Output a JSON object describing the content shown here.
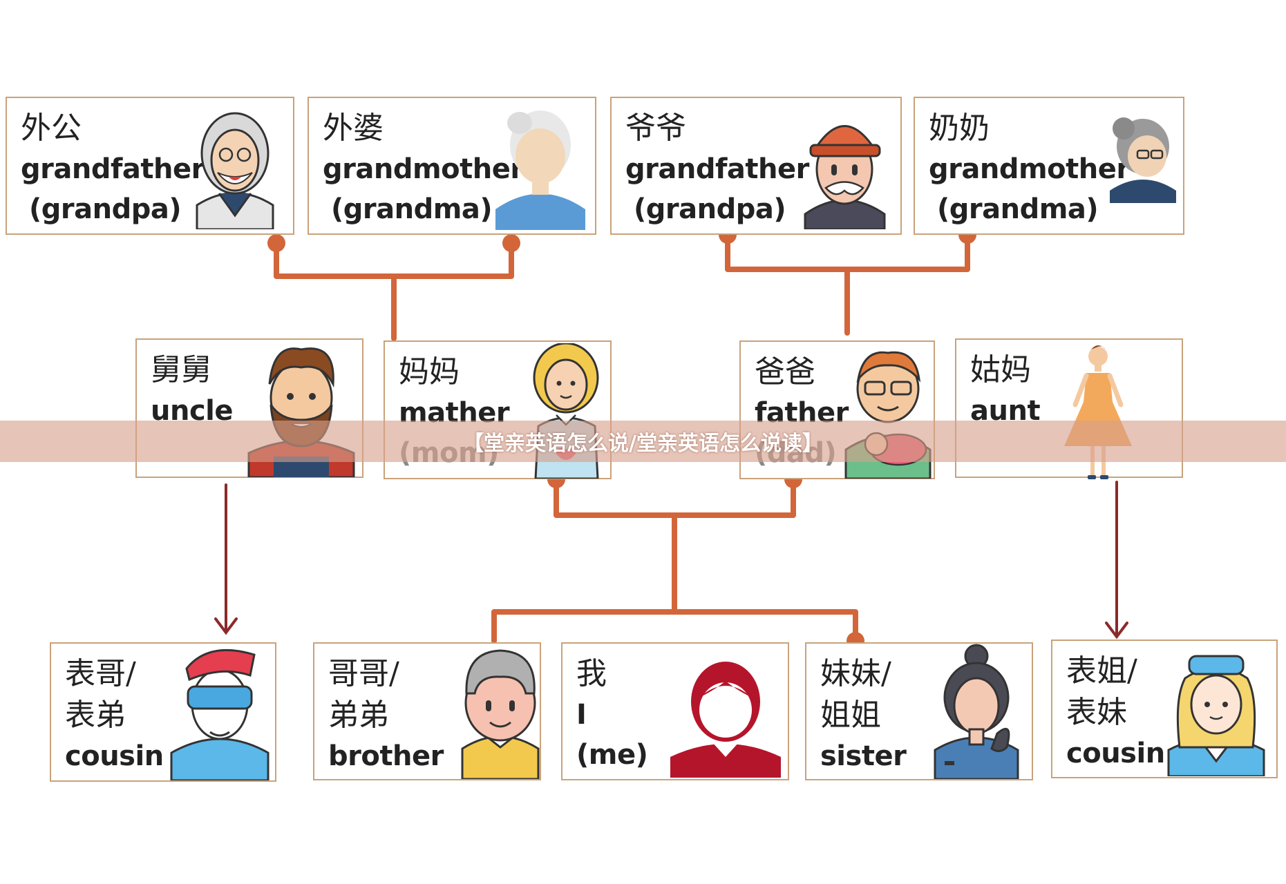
{
  "banner": {
    "text": "【堂亲英语怎么说/堂亲英语怎么说读】"
  },
  "colors": {
    "connector": "#d2663a",
    "arrow": "#8b2a2a",
    "card_border": "#c9a27a",
    "banner": "#d6a08c"
  },
  "cards": {
    "maternal_grandfather": {
      "zh": "外公",
      "en1": "grandfather",
      "en2": "(grandpa)",
      "icon": "grandfather-glasses-icon"
    },
    "maternal_grandmother": {
      "zh": "外婆",
      "en1": "grandmother",
      "en2": "(grandma)",
      "icon": "grandmother-bun-icon"
    },
    "paternal_grandfather": {
      "zh": "爷爷",
      "en1": "grandfather",
      "en2": "(grandpa)",
      "icon": "grandfather-beanie-icon"
    },
    "paternal_grandmother": {
      "zh": "奶奶",
      "en1": "grandmother",
      "en2": "(grandma)",
      "icon": "grandmother-glasses-icon"
    },
    "uncle": {
      "zh": "舅舅",
      "en1": "uncle",
      "icon": "bearded-man-icon"
    },
    "mother": {
      "zh": "妈妈",
      "en1": "mather",
      "en2": "(mom)",
      "icon": "mother-pregnant-icon"
    },
    "father": {
      "zh": "爸爸",
      "en1": "father",
      "en2": "(dad)",
      "icon": "father-baby-icon"
    },
    "aunt": {
      "zh": "姑妈",
      "en1": "aunt",
      "icon": "woman-dress-icon"
    },
    "cousin_male": {
      "zh1": "表哥/",
      "zh2": "表弟",
      "en1": "cousin",
      "icon": "boy-vr-goggles-icon"
    },
    "brother": {
      "zh1": "哥哥/",
      "zh2": "弟弟",
      "en1": "brother",
      "icon": "boy-gray-hair-icon"
    },
    "me": {
      "zh1": "我",
      "en1": "I",
      "en2": "(me)",
      "icon": "person-silhouette-icon"
    },
    "sister": {
      "zh1": "妹妹/",
      "zh2": "姐姐",
      "en1": "sister",
      "icon": "woman-bun-icon"
    },
    "cousin_female": {
      "zh1": "表姐/",
      "zh2": "表妹",
      "en1": "cousin",
      "icon": "flight-attendant-icon"
    }
  }
}
